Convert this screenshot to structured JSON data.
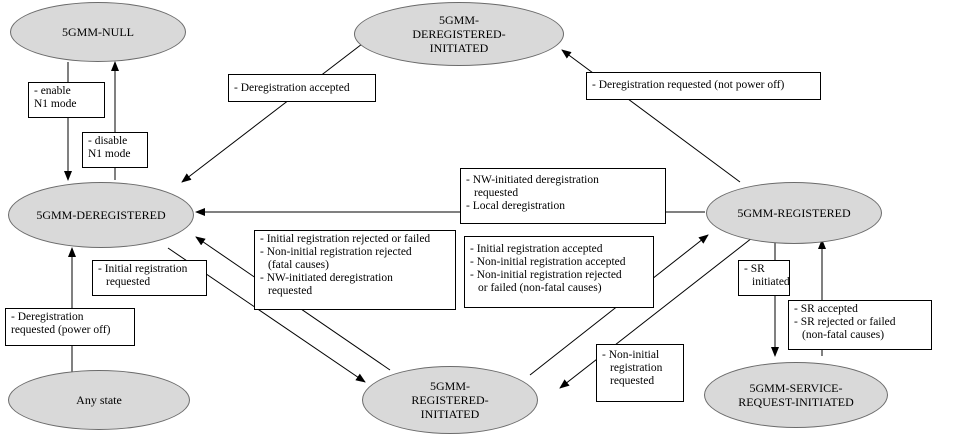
{
  "states": {
    "null": "5GMM-NULL",
    "dereg_init": [
      "5GMM-",
      "DEREGISTERED-",
      "INITIATED"
    ],
    "deregistered": "5GMM-DEREGISTERED",
    "registered": "5GMM-REGISTERED",
    "any_state": "Any state",
    "reg_init": [
      "5GMM-",
      "REGISTERED-",
      "INITIATED"
    ],
    "service_req": [
      "5GMM-SERVICE-",
      "REQUEST-INITIATED"
    ]
  },
  "labels": {
    "enable_n1": [
      "- enable",
      "N1 mode"
    ],
    "disable_n1": [
      "- disable",
      "N1 mode"
    ],
    "dereg_accepted": [
      "- Deregistration accepted"
    ],
    "dereg_requested_not_power_off": [
      "- Deregistration requested (not power off)"
    ],
    "nw_initiated_dereg": [
      "- NW-initiated deregistration",
      "requested",
      "- Local deregistration"
    ],
    "init_reg_rejected": [
      "- Initial registration rejected or failed",
      "- Non-initial registration rejected",
      "(fatal causes)",
      "- NW-initiated deregistration",
      "requested"
    ],
    "init_reg_accepted": [
      "- Initial registration accepted",
      "- Non-initial registration accepted",
      "- Non-initial registration rejected",
      "or failed (non-fatal causes)"
    ],
    "init_reg_requested": [
      "- Initial registration",
      "requested"
    ],
    "dereg_power_off": [
      "- Deregistration",
      "requested (power off)"
    ],
    "non_init_reg_requested": [
      "- Non-initial",
      "registration",
      "requested"
    ],
    "sr_initiated": [
      "- SR",
      "initiated"
    ],
    "sr_accepted": [
      "- SR accepted",
      "- SR rejected or failed",
      "(non-fatal causes)"
    ]
  }
}
